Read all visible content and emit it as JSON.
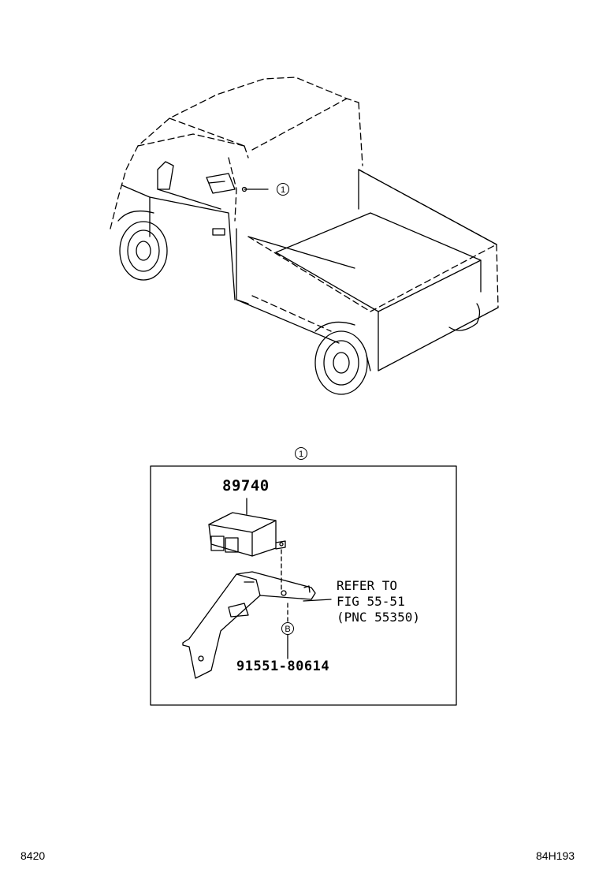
{
  "callouts": {
    "main_marker": "1",
    "detail_marker": "1",
    "bolt_marker": "B"
  },
  "parts": {
    "module_number": "89740",
    "bolt_number": "91551-80614",
    "refer_line1": "REFER TO",
    "refer_line2": "FIG 55-51",
    "refer_line3": "(PNC 55350)"
  },
  "footer": {
    "page_code": "8420",
    "figure_code": "84H193"
  }
}
